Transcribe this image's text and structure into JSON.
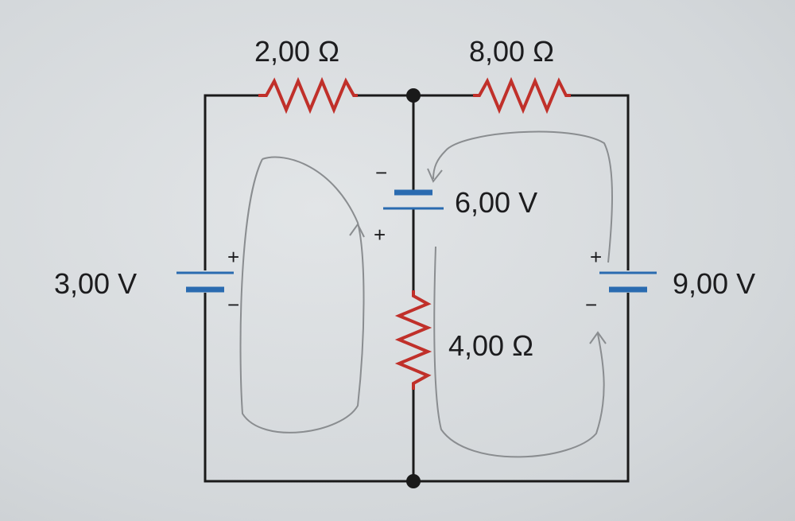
{
  "components": {
    "r1": {
      "label": "2,00 Ω"
    },
    "r2": {
      "label": "8,00 Ω"
    },
    "r3": {
      "label": "4,00 Ω"
    },
    "b_left": {
      "label": "3,00 V",
      "plus": "+",
      "minus": "−"
    },
    "b_mid": {
      "label": "6,00 V",
      "plus": "+",
      "minus": "−"
    },
    "b_right": {
      "label": "9,00 V",
      "plus": "+",
      "minus": "−"
    }
  },
  "colors": {
    "wire": "#1a1a1a",
    "resistor": "#c0302a",
    "battery": "#2a6bb0",
    "pencil": "#8a8d90"
  }
}
